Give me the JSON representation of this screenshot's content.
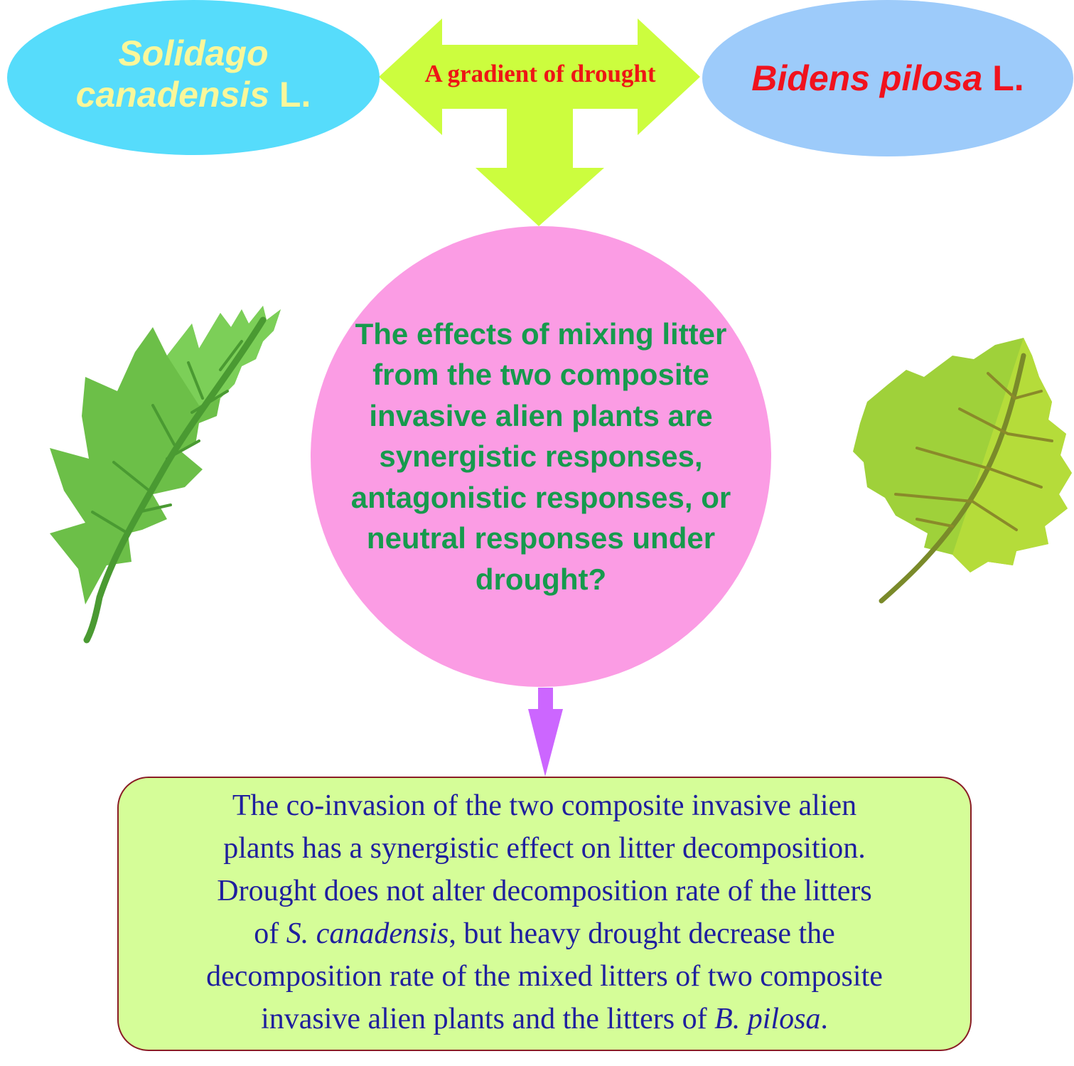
{
  "colors": {
    "ellipse_left": "#56dcfb",
    "ellipse_right": "#9dcbfa",
    "species_left_text": "#faf79a",
    "species_right_text": "#f0121d",
    "arrow_fill": "#ccfd3e",
    "gradient_text": "#ee1515",
    "circle_fill": "#fb9ce4",
    "question_text": "#169a4d",
    "down_arrow_fill": "#cc66ff",
    "box_fill": "#d5fd98",
    "box_border": "#8a1c25",
    "conclusion_text": "#1f1f9e"
  },
  "species_left": {
    "genus": "Solidago",
    "epithet": "canadensis",
    "authority": "L."
  },
  "species_right": {
    "binomial": "Bidens pilosa",
    "authority": "L."
  },
  "gradient_label": "A gradient of drought",
  "question": "The effects of mixing litter from the two composite invasive alien plants are synergistic responses, antagonistic responses, or neutral responses under drought?",
  "conclusion": {
    "line1": "The co-invasion of the two composite invasive alien",
    "line2": "plants has a synergistic effect on litter decomposition.",
    "line3": "Drought does not alter decomposition rate of the litters",
    "line4_pre": "of ",
    "line4_species": "S. canadensis",
    "line4_post": ", but heavy drought decrease the",
    "line5": "decomposition rate of the mixed litters of two composite",
    "line6_pre": "invasive alien plants and the litters of ",
    "line6_species": "B. pilosa",
    "line6_post": "."
  },
  "icons": {
    "leaf_left": "serrated-leaf-icon",
    "leaf_right": "birch-leaf-icon"
  }
}
